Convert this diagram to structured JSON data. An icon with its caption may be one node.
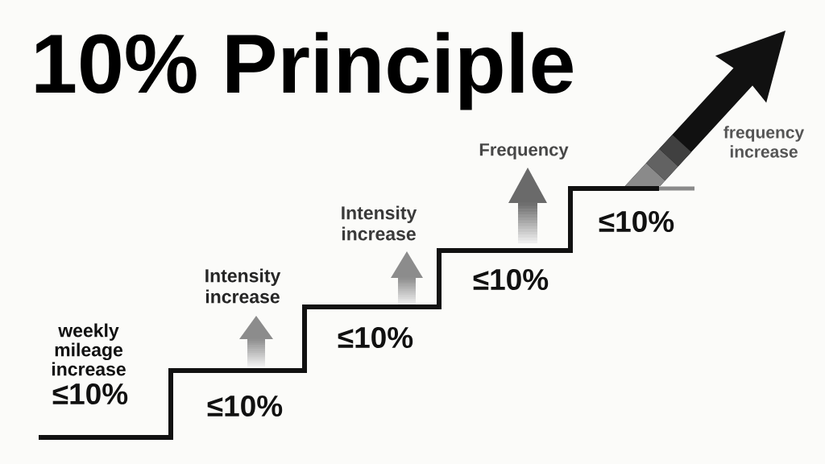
{
  "diagram": {
    "title": "10% Principle",
    "labels": [
      "weekly mileage increase",
      "≤10%",
      "≤10%",
      "Intensity increase",
      "≤10%",
      "Intensity increase",
      "≤10%",
      "Frequency",
      "≤10%",
      "frequency increase"
    ]
  }
}
